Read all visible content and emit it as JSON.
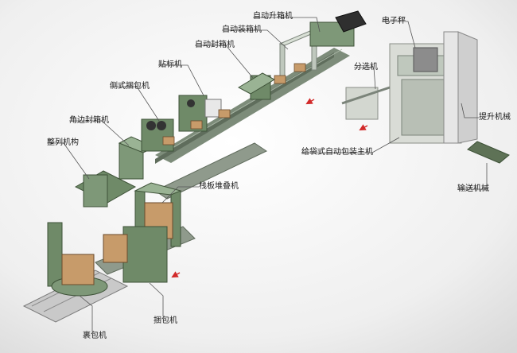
{
  "diagram": {
    "labels": {
      "auto_lift": "自动升箱机",
      "auto_case_packer": "自动装箱机",
      "auto_case_sealer": "自动封箱机",
      "labeler": "贴标机",
      "side_strapper": "侧式捆包机",
      "corner_sealer": "角边封箱机",
      "aligner": "整列机构",
      "pallet_stacker": "栈板堆叠机",
      "strapper": "捆包机",
      "wrapper": "裹包机",
      "sorter": "分选机",
      "bag_packer": "给袋式自动包装主机",
      "weigher": "电子秤",
      "elevator": "提升机械",
      "conveyor": "输送机械"
    }
  }
}
